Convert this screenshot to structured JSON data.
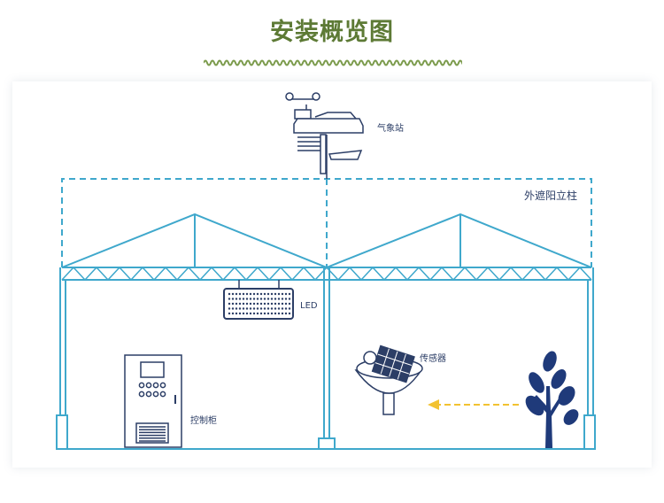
{
  "header": {
    "title": "安装概览图"
  },
  "labels": {
    "weather_station": "气象站",
    "outer_shade_column": "外遮阳立柱",
    "led": "LED",
    "sensor": "传感器",
    "control_cabinet": "控制柜"
  },
  "colors": {
    "title_green": "#5d7a35",
    "structure_blue": "#3fa8cc",
    "device_navy": "#2c3e66",
    "arrow_yellow": "#f2c230"
  },
  "icons": [
    "weather-station-icon",
    "led-light-icon",
    "sensor-icon",
    "control-cabinet-icon",
    "plant-icon"
  ]
}
